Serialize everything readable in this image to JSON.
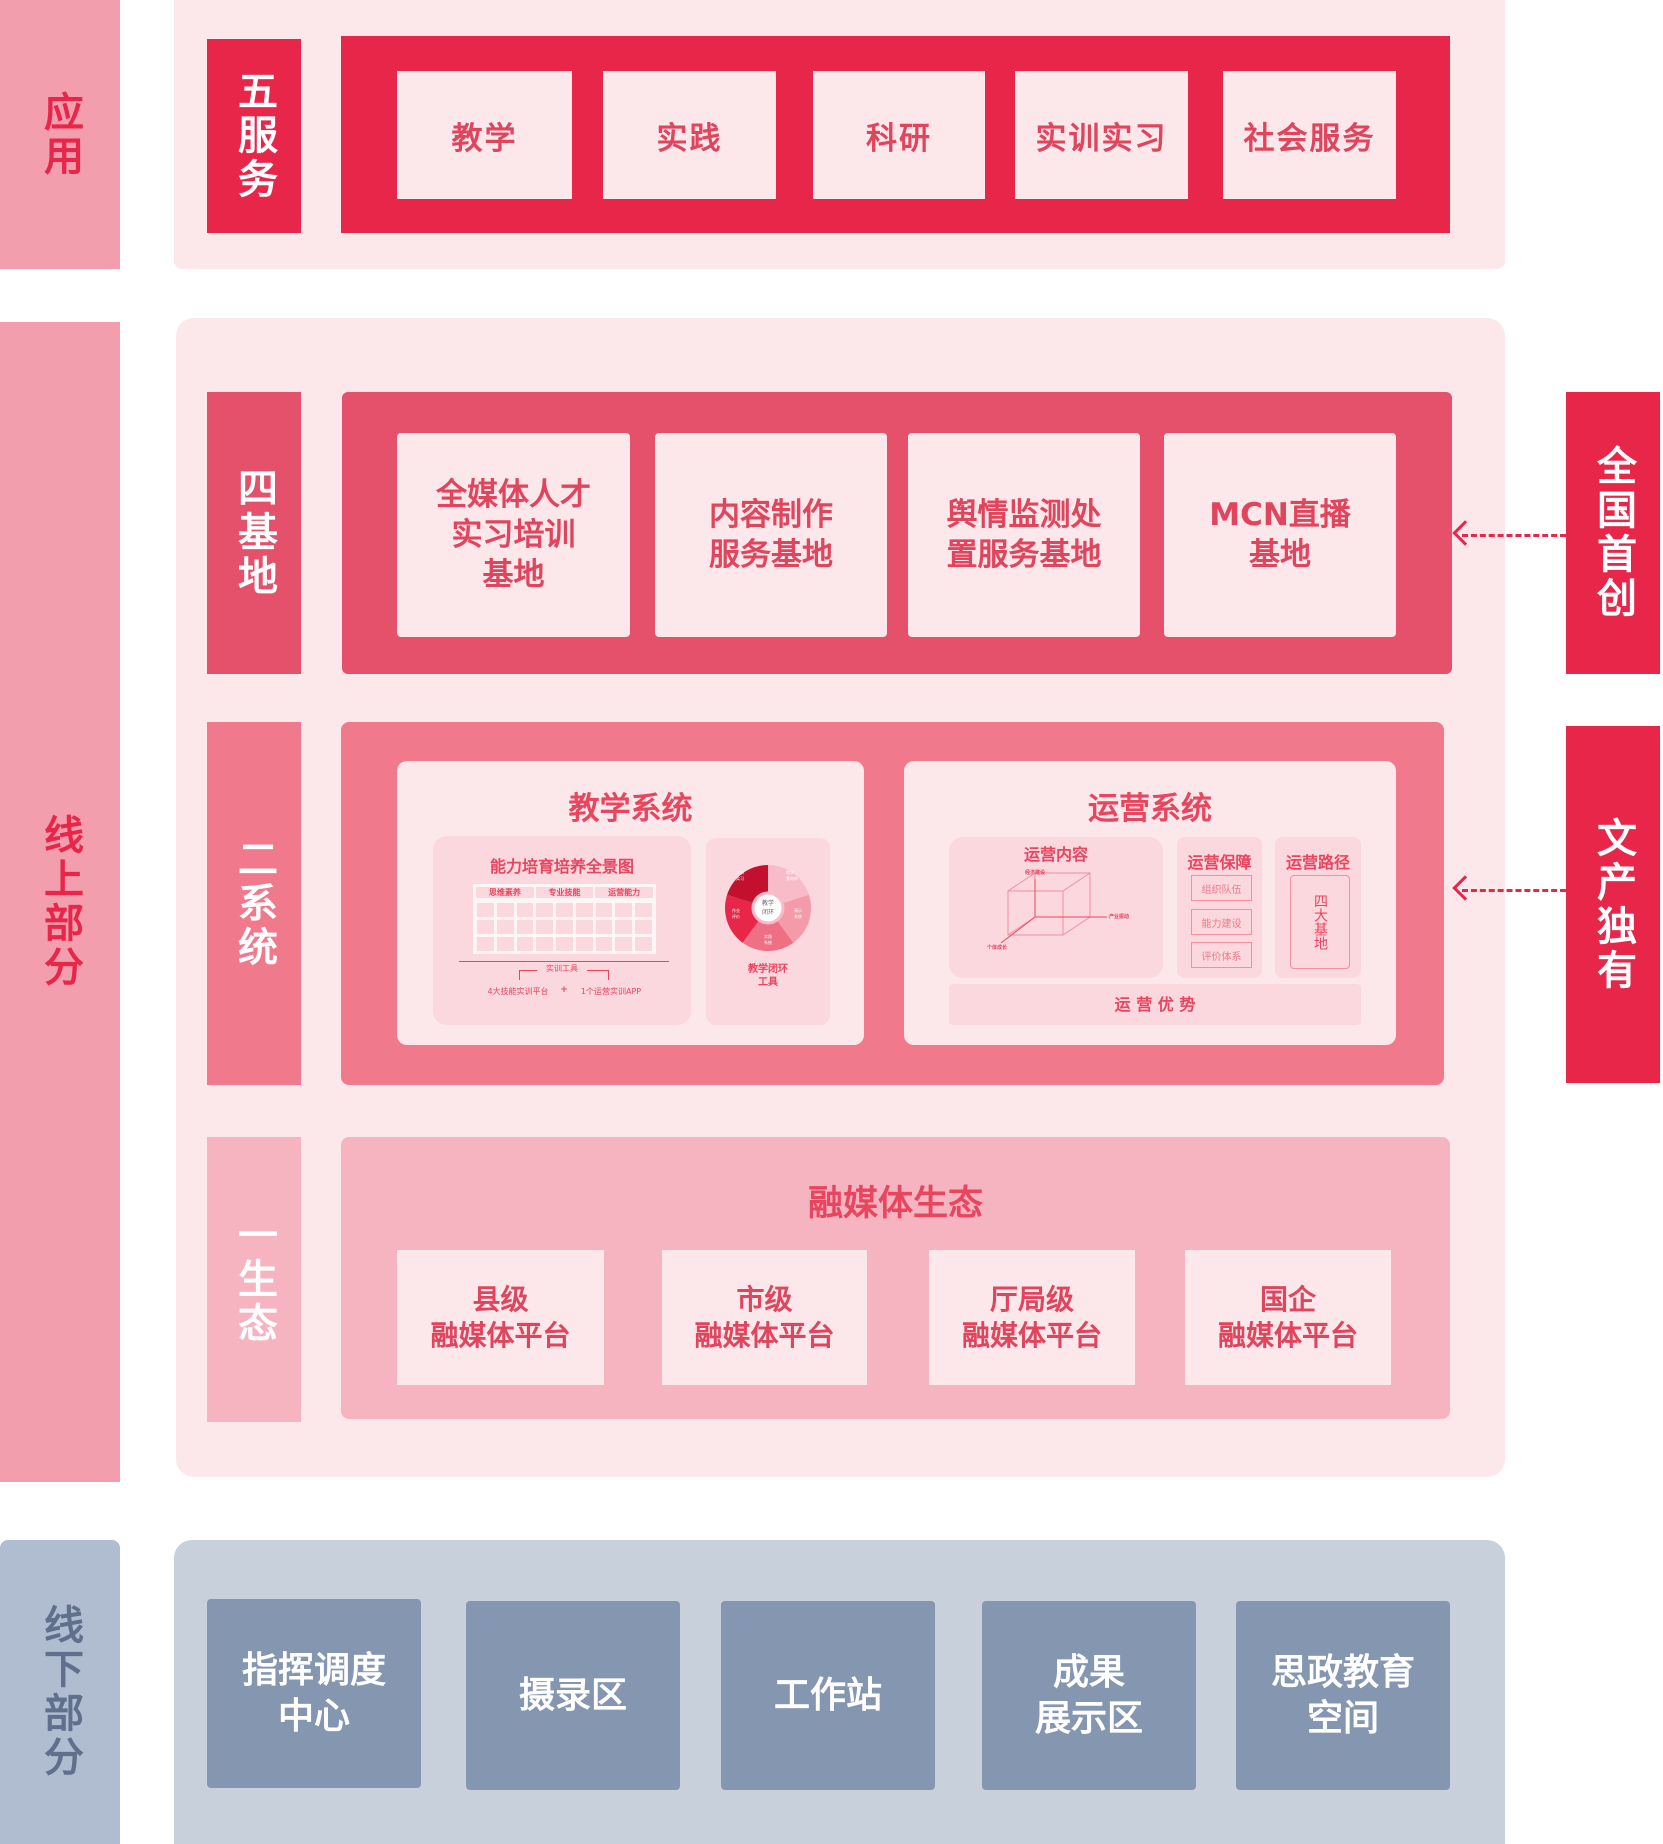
{
  "sections": {
    "application": "应用",
    "online": "线上部分",
    "offline": "线下部分"
  },
  "five_services": {
    "label": "五服务",
    "items": [
      "教学",
      "实践",
      "科研",
      "实训实习",
      "社会服务"
    ]
  },
  "four_bases": {
    "label": "四基地",
    "items": [
      "全媒体人才\n实习培训\n基地",
      "内容制作\n服务基地",
      "舆情监测处\n置服务基地",
      "MCN直播\n基地"
    ]
  },
  "two_systems": {
    "label": "二系统",
    "teaching": {
      "title": "教学系统",
      "panorama_title": "能力培育培养全景图",
      "columns": [
        "思维素养",
        "专业技能",
        "运营能力"
      ],
      "tool_label": "实训工具",
      "platform": "4大技能实训平台",
      "plus": "+",
      "app": "1个运营实训APP",
      "loop_center": "教学\n闭环",
      "loop_segments": [
        "实训\n实习",
        "教学\n素材库",
        "演示\n系统",
        "实践\n系统",
        "作业\n评价"
      ],
      "loop_title": "教学闭环\n工具"
    },
    "operations": {
      "title": "运营系统",
      "content_title": "运营内容",
      "axis_y": "经济建设",
      "axis_x": "产业振动",
      "axis_z": "个体成长",
      "guarantee_title": "运营保障",
      "guarantee_items": [
        "组织队伍",
        "能力建设",
        "评价体系"
      ],
      "path_title": "运营路径",
      "path_item": "四大基地",
      "advantage": "运 营 优 势"
    }
  },
  "ecology": {
    "label": "一生态",
    "title": "融媒体生态",
    "items": [
      "县级\n融媒体平台",
      "市级\n融媒体平台",
      "厅局级\n融媒体平台",
      "国企\n融媒体平台"
    ]
  },
  "right_tags": [
    "全国首创",
    "文产独有"
  ],
  "offline_items": [
    "指挥调度\n中心",
    "摄录区",
    "工作站",
    "成果\n展示区",
    "思政教育\n空间"
  ],
  "colors": {
    "red": "#e8264a",
    "bases": "#e5506a",
    "systems": "#f07a8c",
    "ecology": "#f6b3c0",
    "offline": "#8597b0"
  }
}
